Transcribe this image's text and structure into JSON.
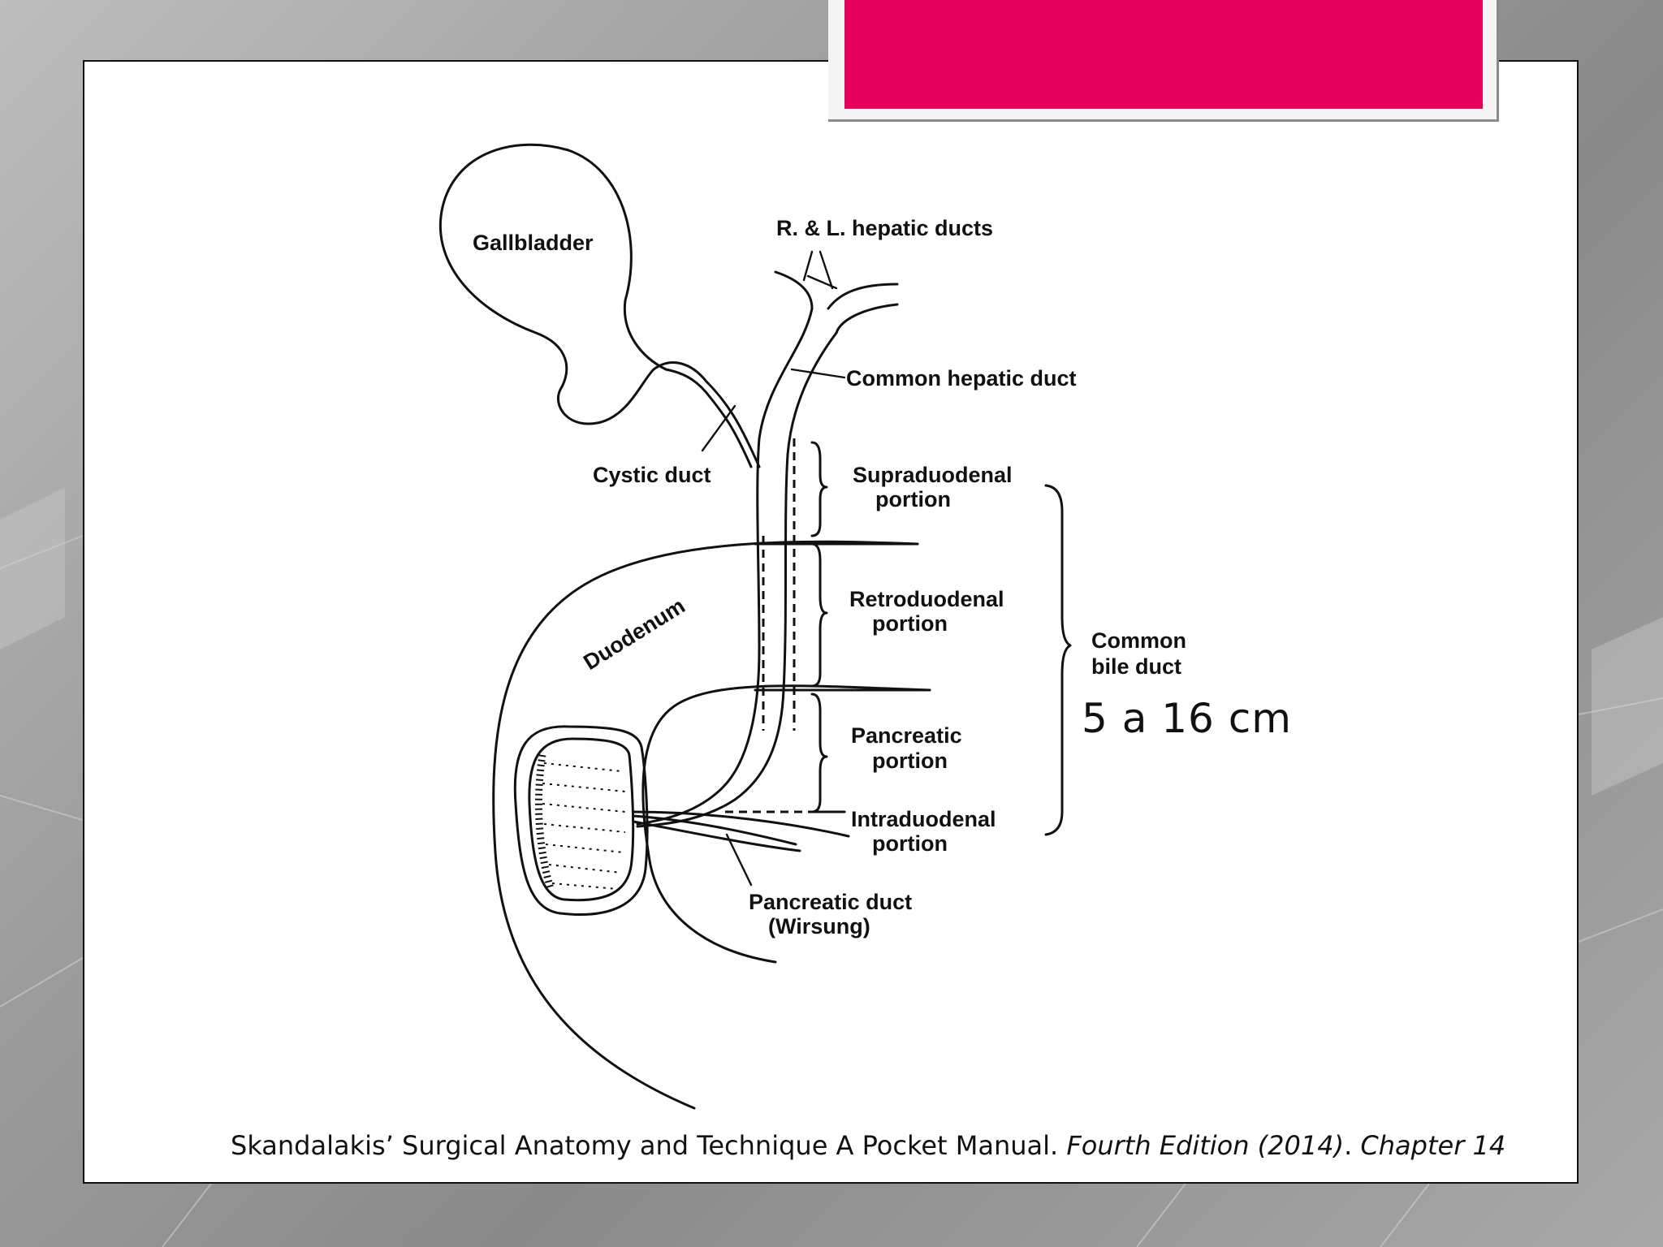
{
  "diagram": {
    "labels": {
      "gallbladder": "Gallbladder",
      "hepatic_ducts": "R. & L. hepatic ducts",
      "common_hepatic_duct": "Common hepatic duct",
      "cystic_duct": "Cystic duct",
      "supraduodenal_1": "Supraduodenal",
      "supraduodenal_2": "portion",
      "retroduodenal_1": "Retroduodenal",
      "retroduodenal_2": "portion",
      "pancreatic_1": "Pancreatic",
      "pancreatic_2": "portion",
      "intraduodenal_1": "Intraduodenal",
      "intraduodenal_2": "portion",
      "common_bile_duct_1": "Common",
      "common_bile_duct_2": "bile duct",
      "duodenum": "Duodenum",
      "pancreatic_duct_1": "Pancreatic duct",
      "pancreatic_duct_2": "(Wirsung)"
    }
  },
  "annotation": {
    "length": "5 a 16 cm"
  },
  "citation": {
    "main": "Skandalakis’ Surgical Anatomy and Technique A Pocket Manual. ",
    "edition": "Fourth Edition (2014)",
    "sep": ". ",
    "chapter": "Chapter 14"
  },
  "colors": {
    "accent": "#e4005b",
    "background": "#9c9c9c",
    "slide": "#ffffff"
  }
}
